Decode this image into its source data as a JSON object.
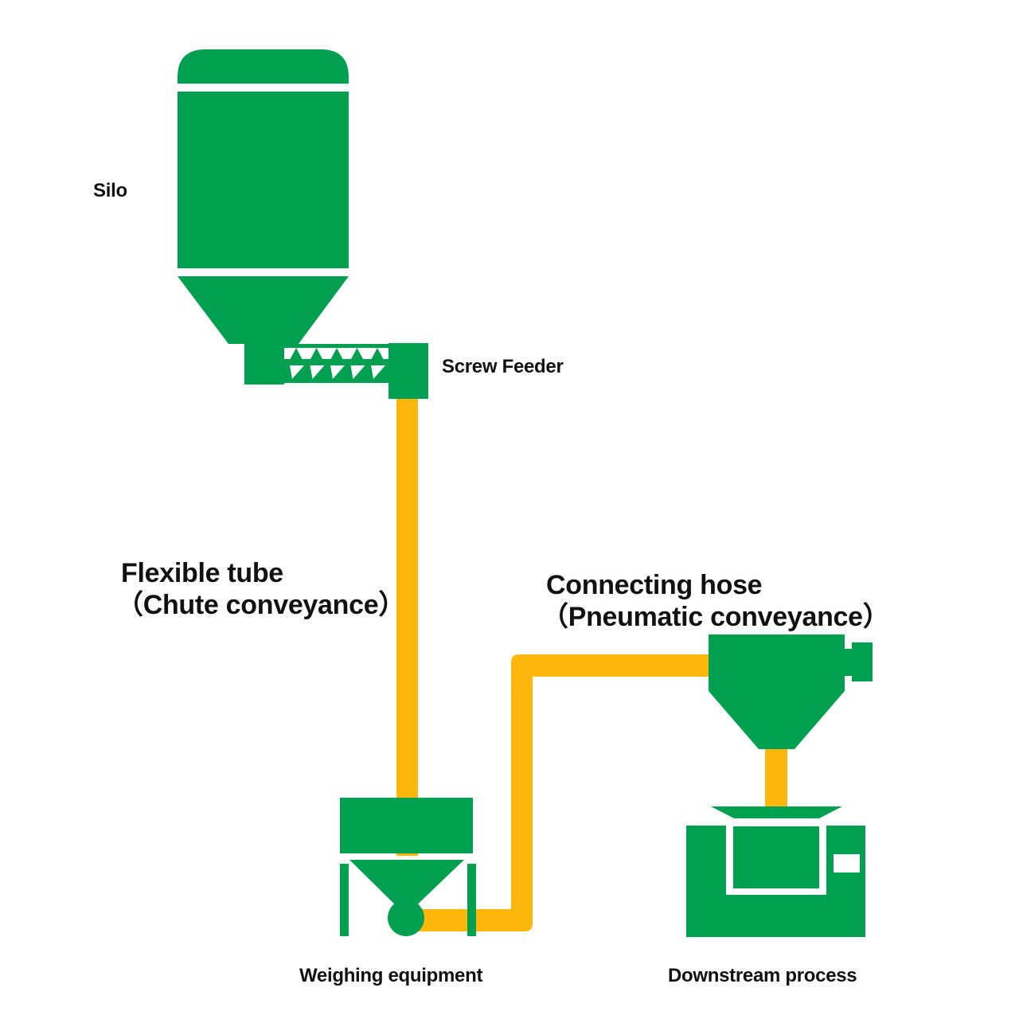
{
  "diagram": {
    "title": "Material conveying flow",
    "colors": {
      "equipment": "#00a050",
      "conveyance": "#fdb60a",
      "background": "#ffffff",
      "text": "#111111"
    },
    "components": {
      "silo": {
        "label": "Silo"
      },
      "screw_feeder": {
        "label": "Screw Feeder",
        "flight_count": 5
      },
      "flexible_tube": {
        "label_line1": "Flexible tube",
        "label_line2": "（Chute conveyance）"
      },
      "connecting_hose": {
        "label_line1": "Connecting hose",
        "label_line2": "（Pneumatic conveyance）"
      },
      "weighing_equipment": {
        "label": "Weighing equipment"
      },
      "downstream_process": {
        "label": "Downstream process"
      }
    },
    "connections": [
      {
        "from": "silo",
        "to": "screw_feeder",
        "type": "direct"
      },
      {
        "from": "screw_feeder",
        "to": "weighing_equipment",
        "type": "flexible_tube"
      },
      {
        "from": "weighing_equipment",
        "to": "receiver_hopper",
        "type": "connecting_hose"
      },
      {
        "from": "receiver_hopper",
        "to": "downstream_process",
        "type": "pipe"
      }
    ]
  }
}
